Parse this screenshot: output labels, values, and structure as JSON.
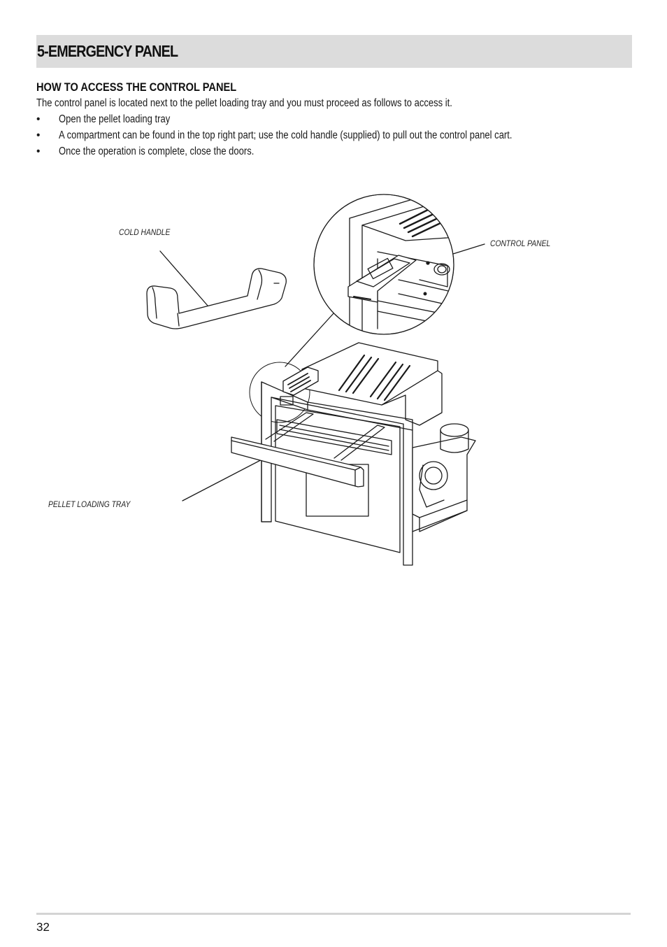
{
  "section": {
    "title": "5-EMERGENCY PANEL"
  },
  "content": {
    "heading": "HOW TO ACCESS THE CONTROL PANEL",
    "intro": "The control panel is located next to the pellet loading tray and you must proceed as follows to access it.",
    "bullet_glyph": "•",
    "steps": [
      "Open the pellet loading tray",
      "A compartment can be found in the top right part; use the cold handle (supplied) to pull out the control panel cart.",
      "Once the operation is complete, close the doors."
    ]
  },
  "figure": {
    "callouts": {
      "cold_handle": "COLD HANDLE",
      "control_panel": "CONTROL PANEL",
      "pellet_loading_tray": "PELLET LOADING TRAY"
    }
  },
  "footer": {
    "page_number": "32"
  }
}
